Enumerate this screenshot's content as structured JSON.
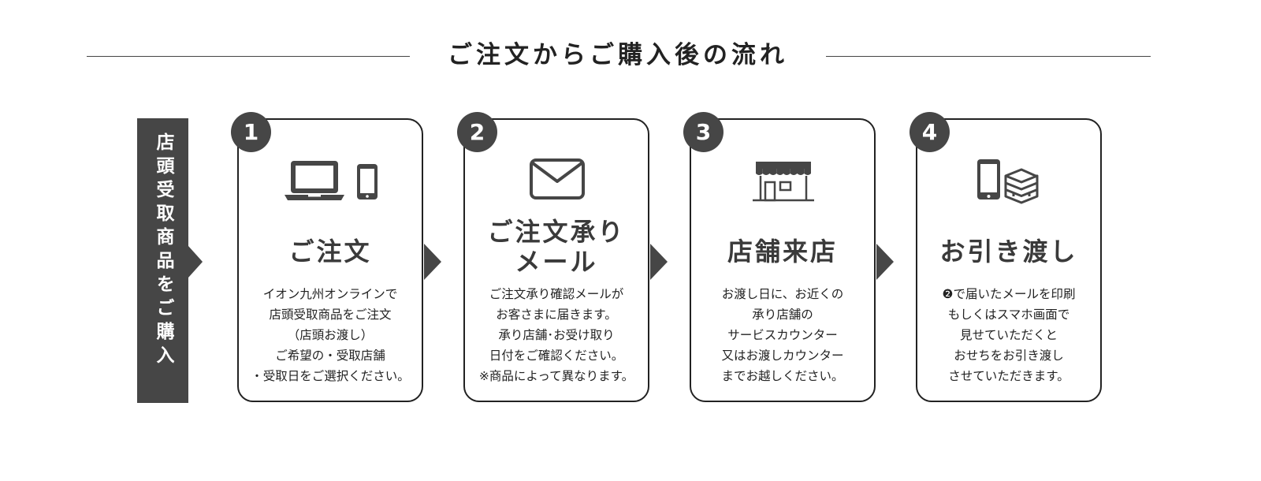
{
  "header": {
    "title": "ご注文からご購入後の流れ"
  },
  "side_label": "店頭受取商品をご購入",
  "colors": {
    "dark": "#464646",
    "border": "#222222",
    "background": "#ffffff"
  },
  "steps": [
    {
      "number": "1",
      "icons": [
        "laptop-icon",
        "smartphone-icon"
      ],
      "title_lines": [
        "ご注文"
      ],
      "description": [
        "イオン九州オンラインで",
        "店頭受取商品をご注文",
        "（店頭お渡し）",
        "ご希望の・受取店舗",
        "・受取日をご選択ください。"
      ]
    },
    {
      "number": "2",
      "icons": [
        "envelope-icon"
      ],
      "title_lines": [
        "ご注文承り",
        "メール"
      ],
      "description": [
        "ご注文承り確認メールが",
        "お客さまに届きます。",
        "承り店舗･お受け取り",
        "日付をご確認ください。",
        "※商品によって異なります。"
      ]
    },
    {
      "number": "3",
      "icons": [
        "storefront-icon"
      ],
      "title_lines": [
        "店舗来店"
      ],
      "description": [
        "お渡し日に、お近くの",
        "承り店舗の",
        "サービスカウンター",
        "又はお渡しカウンター",
        "までお越しください。"
      ]
    },
    {
      "number": "4",
      "icons": [
        "smartphone-icon",
        "stacked-boxes-icon"
      ],
      "title_lines": [
        "お引き渡し"
      ],
      "description": [
        "❷で届いたメールを印刷",
        "もしくはスマホ画面で",
        "見せていただくと",
        "おせちをお引き渡し",
        "させていただきます。"
      ]
    }
  ]
}
